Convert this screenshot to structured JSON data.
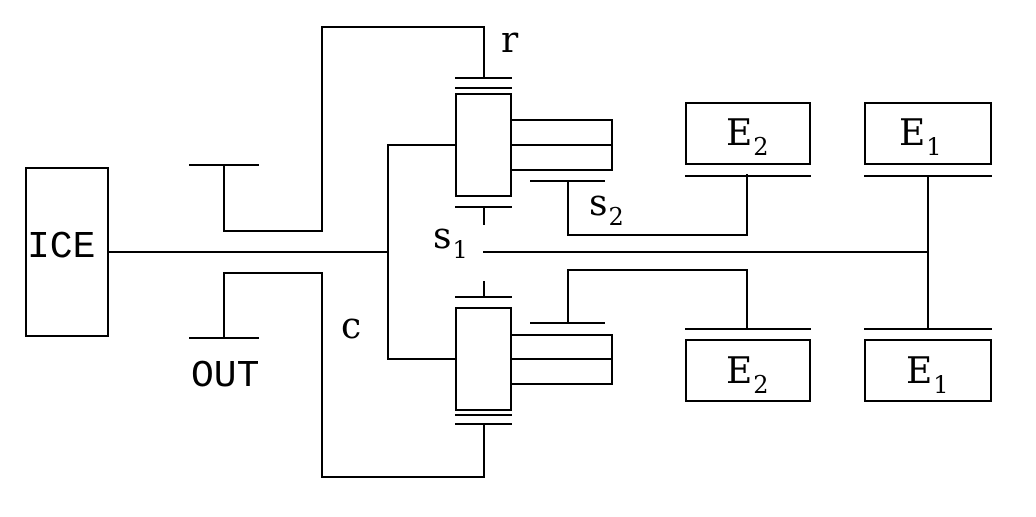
{
  "labels": {
    "ice": "ICE",
    "out": "OUT",
    "r": "r",
    "c": "c",
    "s_base": "s",
    "s1_sub": "1",
    "s2_sub": "2",
    "e_base": "E",
    "e1_sub": "1",
    "e2_sub": "2"
  }
}
